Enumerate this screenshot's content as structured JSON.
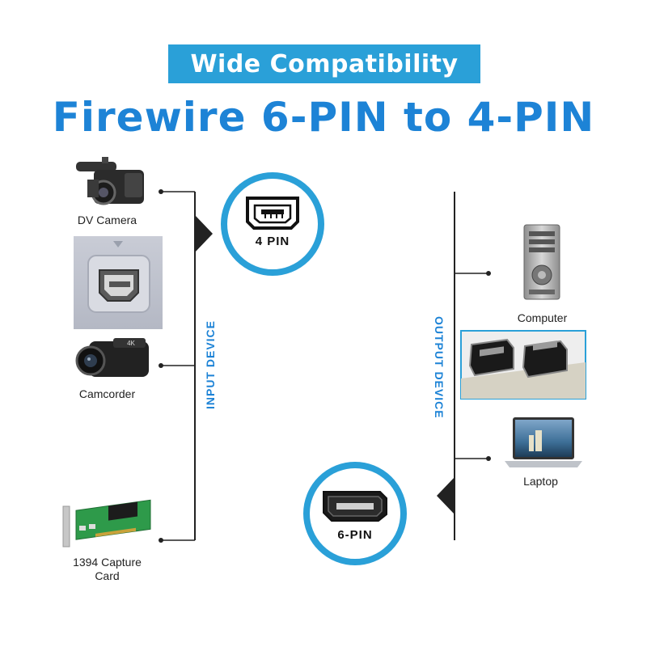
{
  "banner": {
    "text": "Wide Compatibility"
  },
  "headline": {
    "text": "Firewire 6-PIN to 4-PIN"
  },
  "connectors": {
    "four_pin": "4 PIN",
    "six_pin": "6-PIN"
  },
  "input": {
    "title": "INPUT DEVICE",
    "devices": [
      {
        "label": "DV Camera"
      },
      {
        "label": "Camcorder"
      },
      {
        "label": "1394 Capture\nCard"
      }
    ]
  },
  "output": {
    "title": "OUTPUT DEVICE",
    "devices": [
      {
        "label": "Computer"
      },
      {
        "label": "Laptop"
      }
    ]
  },
  "colors": {
    "accent": "#2aa0d8",
    "headline": "#1d83d6",
    "line": "#222222"
  }
}
